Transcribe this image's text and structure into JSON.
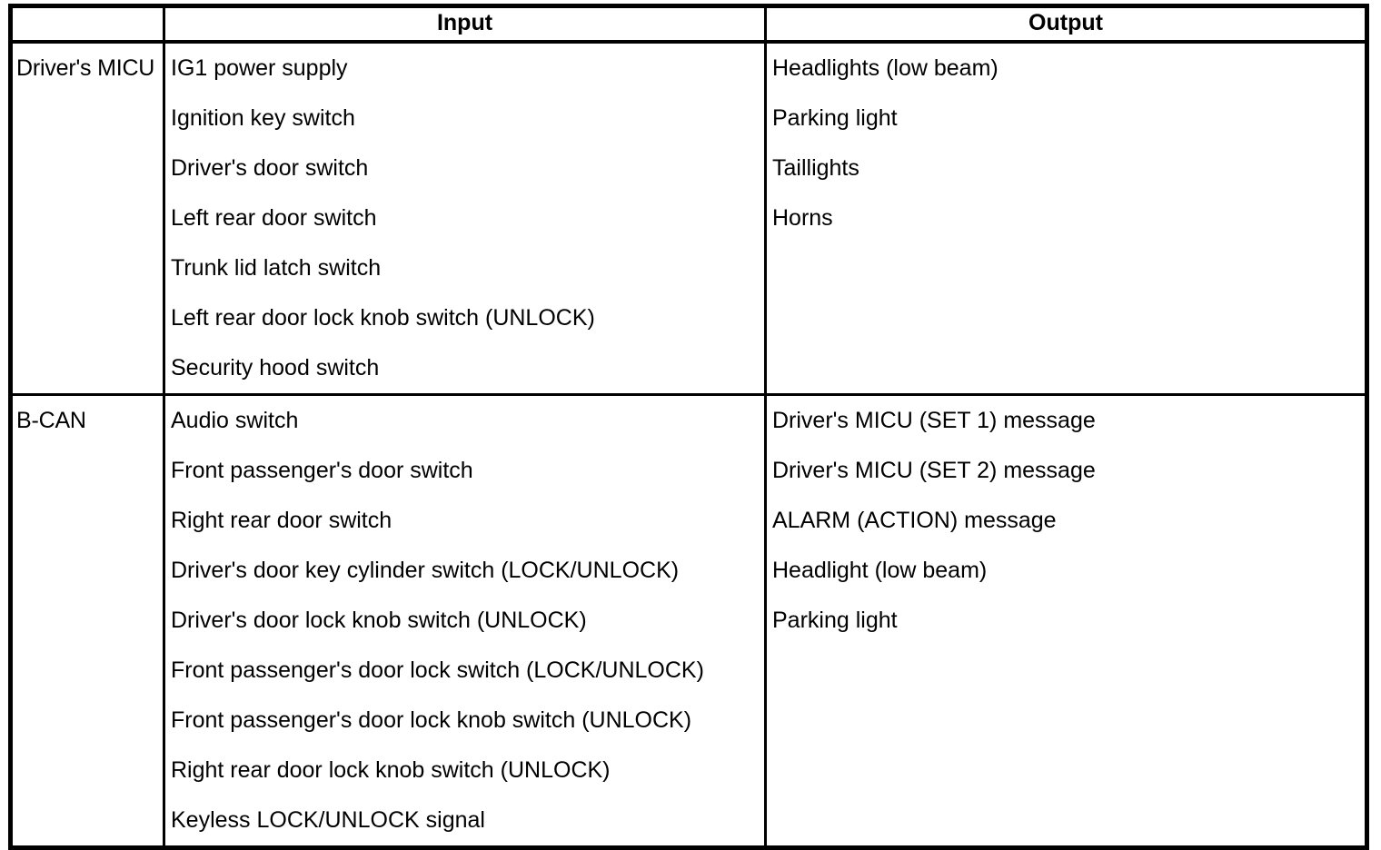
{
  "table": {
    "columns": [
      {
        "key": "system",
        "header": ""
      },
      {
        "key": "input",
        "header": "Input"
      },
      {
        "key": "output",
        "header": "Output"
      }
    ],
    "header": {
      "system": "",
      "input": "Input",
      "output": "Output"
    },
    "sections": [
      {
        "system": "Driver's MICU",
        "inputs": [
          "IG1 power supply",
          "Ignition key switch",
          "Driver's door switch",
          "Left rear door switch",
          "Trunk lid latch switch",
          "Left rear door lock knob switch (UNLOCK)",
          "Security hood switch"
        ],
        "outputs": [
          "Headlights (low beam)",
          "Parking light",
          "Taillights",
          "Horns"
        ]
      },
      {
        "system": "B-CAN",
        "inputs": [
          "Audio switch",
          "Front passenger's door switch",
          "Right rear door switch",
          "Driver's door key cylinder switch (LOCK/UNLOCK)",
          "Driver's door lock knob switch (UNLOCK)",
          "Front passenger's door lock switch (LOCK/UNLOCK)",
          "Front passenger's door lock knob switch (UNLOCK)",
          "Right rear door lock knob switch (UNLOCK)",
          "Keyless LOCK/UNLOCK signal"
        ],
        "outputs": [
          "Driver's MICU (SET 1) message",
          "Driver's MICU (SET 2) message",
          "ALARM (ACTION) message",
          "Headlight (low beam)",
          "Parking light"
        ]
      }
    ]
  },
  "colors": {
    "border": "#000000",
    "text": "#000000",
    "background": "#ffffff"
  }
}
